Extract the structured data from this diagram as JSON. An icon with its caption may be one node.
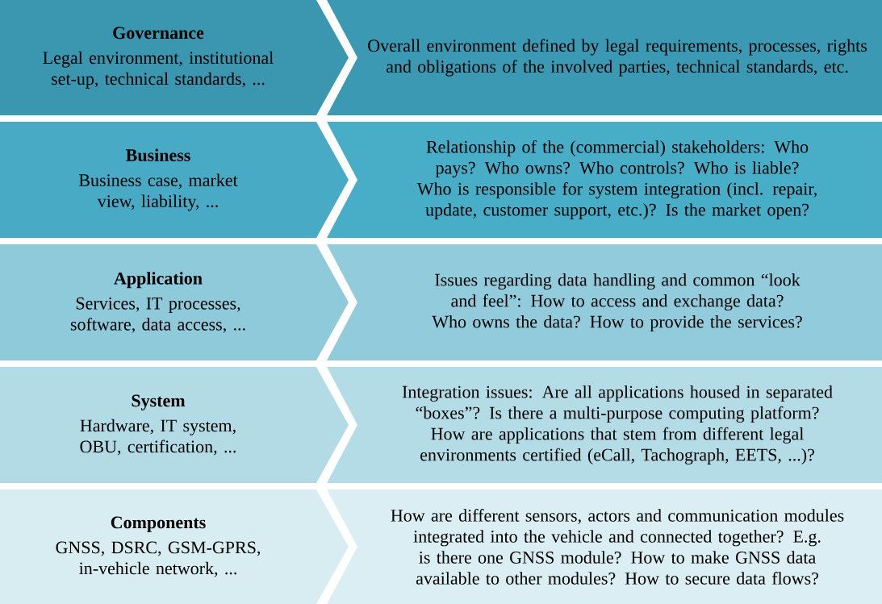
{
  "diagram": {
    "nodes": [
      {
        "text": [
          "Governance",
          "Legal environment, institutional set-up, technical standards, ..."
        ]
      },
      {
        "text": [
          "Overall environment defined by legal requirements, processes, rights and obligations of the involved parties, technical standards, etc."
        ]
      },
      {
        "text": [
          "Business",
          "Business case, market view, liability, ..."
        ]
      },
      {
        "text": [
          "Relationship of the (commercial) stakeholders: Who pays? Who owns? Who controls? Who is liable? Who is responsible for system integration (incl. repair, update, customer support, etc.)? Is the market open?"
        ]
      },
      {
        "text": [
          "Application",
          "Services, IT processes, software, data access, ..."
        ]
      },
      {
        "text": [
          "Issues regarding data handling and common “look and feel”: How to access and exchange data? Who owns the data? How to provide the services?"
        ]
      },
      {
        "text": [
          "System",
          "Hardware, IT system, OBU, certification, ..."
        ]
      },
      {
        "text": [
          "Integration issues: Are all applications housed in separated “boxes”? Is there a multi-purpose computing platform? How are applications that stem from different legal environments certified (eCall, Tachograph, EETS,  ...)?"
        ]
      },
      {
        "text": [
          "Components",
          "GNSS, DSRC, GSM-GPRS, in-vehicle network, ..."
        ]
      },
      {
        "text": [
          "How are different sensors, actors and communication modules integrated into the vehicle and connected together? E.g. is there one GNSS module? How to make GNSS data available to other modules? How to secure data flows?"
        ]
      }
    ]
  }
}
